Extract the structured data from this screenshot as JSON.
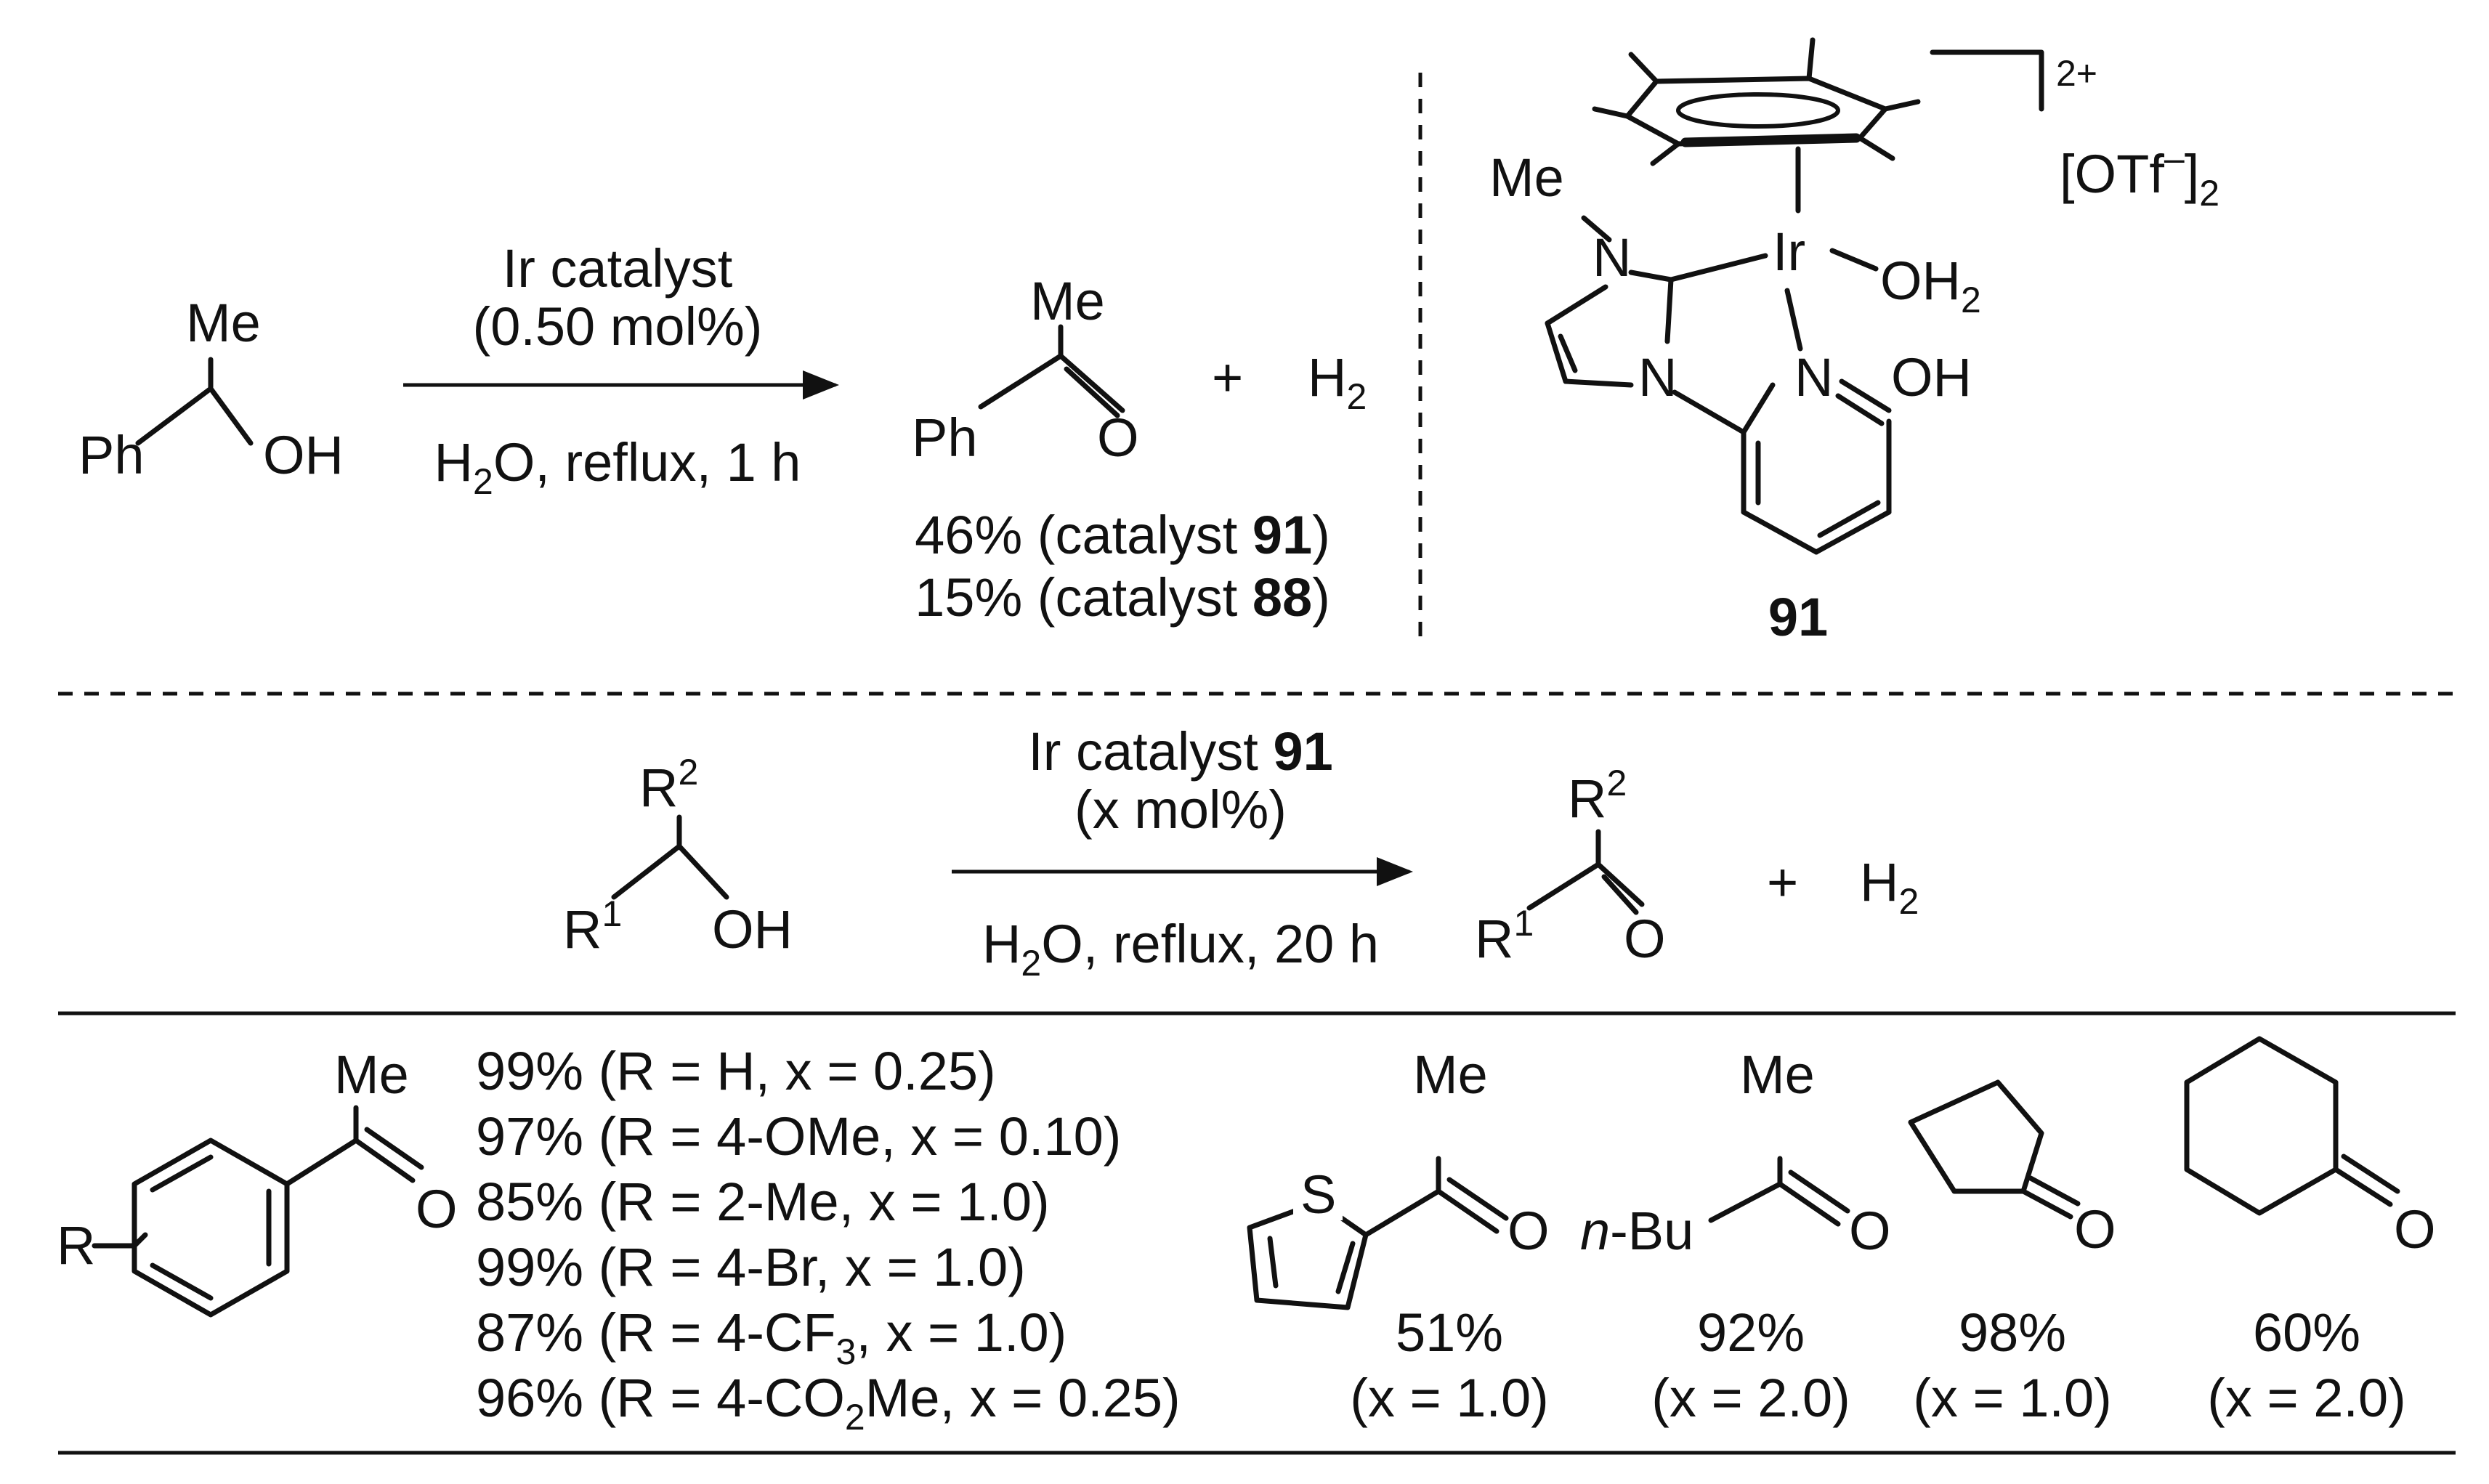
{
  "top_reaction": {
    "reactant": {
      "substituent_top": "Me",
      "substituent_left": "Ph",
      "hydroxyl": "OH"
    },
    "conditions": {
      "line1": "Ir catalyst",
      "line2": "(0.50 mol%)",
      "line3_pre": "H",
      "line3_sub": "2",
      "line3_post": "O, reflux, 1 h"
    },
    "product": {
      "substituent_top": "Me",
      "substituent_left": "Ph",
      "carbonyl": "O"
    },
    "plus": "+",
    "h2": {
      "main": "H",
      "sub": "2"
    },
    "yields": [
      {
        "pre": "46% (catalyst ",
        "id": "91",
        "post": ")"
      },
      {
        "pre": "15% (catalyst ",
        "id": "88",
        "post": ")"
      }
    ]
  },
  "catalyst": {
    "charge": "2+",
    "counterion": {
      "main": "[OTf",
      "sup": "–",
      "close": "]",
      "sub": "2"
    },
    "metal": "Ir",
    "water": {
      "main": "OH",
      "sub": "2"
    },
    "methyl": "Me",
    "n1": "N",
    "n2": "N",
    "n_pyridine": "N",
    "hydroxyl": "OH",
    "label": "91"
  },
  "bottom_reaction": {
    "reactant": {
      "r1": "R",
      "r1_sup": "1",
      "r2": "R",
      "r2_sup": "2",
      "hydroxyl": "OH"
    },
    "conditions": {
      "line1_pre": "Ir catalyst ",
      "line1_id": "91",
      "line2": "(x mol%)",
      "line3_pre": "H",
      "line3_sub": "2",
      "line3_post": "O, reflux, 20 h"
    },
    "product": {
      "r1": "R",
      "r1_sup": "1",
      "r2": "R",
      "r2_sup": "2",
      "carbonyl": "O"
    },
    "plus": "+",
    "h2": {
      "main": "H",
      "sub": "2"
    }
  },
  "substrate_table": {
    "aryl": {
      "substituent_top": "Me",
      "carbonyl": "O",
      "r_group": "R",
      "yields": [
        {
          "pre": "99% (R = H, x = 0.25)"
        },
        {
          "pre": "97% (R = 4-OMe, x = 0.10)"
        },
        {
          "pre": "85% (R = 2-Me, x = 1.0)"
        },
        {
          "pre": "99% (R = 4-Br, x = 1.0)"
        },
        {
          "pre": "87% (R = 4-CF",
          "sub": "3",
          "post": ", x = 1.0)"
        },
        {
          "pre": "96% (R = 4-CO",
          "sub": "2",
          "post": "Me, x = 0.25)"
        }
      ]
    },
    "entries": [
      {
        "name": "thiophene",
        "substituent_top": "Me",
        "heteroatom": "S",
        "carbonyl": "O",
        "yield": "51%",
        "loading": "(x = 1.0)"
      },
      {
        "name": "hexanone",
        "substituent_top": "Me",
        "substituent_left": "n-Bu",
        "substituent_left_italic": "n",
        "substituent_left_rest": "-Bu",
        "carbonyl": "O",
        "yield": "92%",
        "loading": "(x = 2.0)"
      },
      {
        "name": "cyclopentanone",
        "carbonyl": "O",
        "yield": "98%",
        "loading": "(x = 1.0)"
      },
      {
        "name": "cyclohexanone",
        "carbonyl": "O",
        "yield": "60%",
        "loading": "(x = 2.0)"
      }
    ]
  }
}
